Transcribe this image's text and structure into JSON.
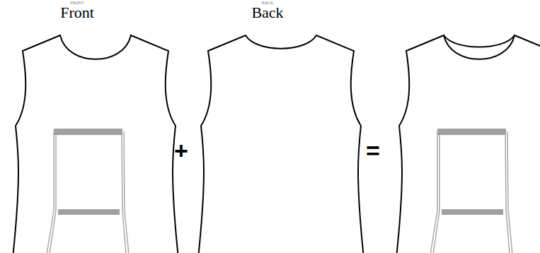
{
  "diagram": {
    "labels": [
      "FRONT",
      "Front",
      "BACK",
      "Back",
      "+",
      "="
    ]
  }
}
